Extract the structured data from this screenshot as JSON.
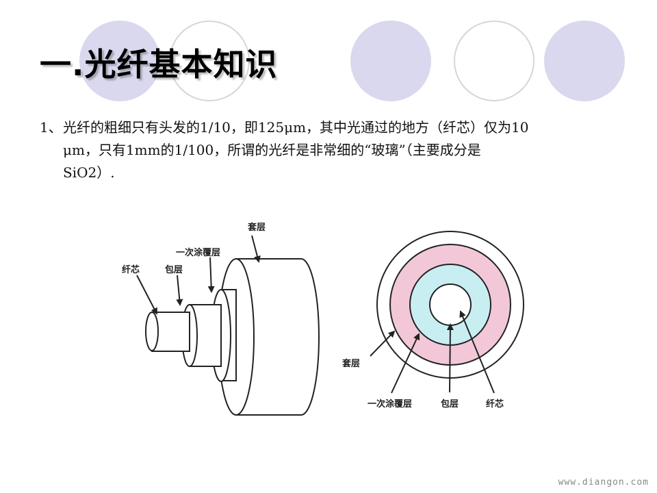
{
  "slide": {
    "title": "一.光纤基本知识",
    "paragraph": {
      "number": "1、",
      "line1": "光纤的粗细只有头发的1/10，即125μm，其中光通过的地方（纤芯）仅为10",
      "line2": "μm，只有1mm的1/100，所谓的光纤是非常细的“玻璃”（主要成分是",
      "line3": "SiO2）."
    }
  },
  "diagram": {
    "side_labels": {
      "jacket": "套层",
      "coating": "一次涂覆层",
      "core": "纤芯",
      "cladding": "包层"
    },
    "cross_labels": {
      "jacket": "套层",
      "coating": "一次涂覆层",
      "cladding": "包层",
      "core": "纤芯"
    },
    "colors": {
      "coating_ring": "#f2c8d8",
      "cladding_ring": "#c8eef2",
      "decor_circle": "#d9d8ee"
    }
  },
  "watermark": "www.diangon.com"
}
